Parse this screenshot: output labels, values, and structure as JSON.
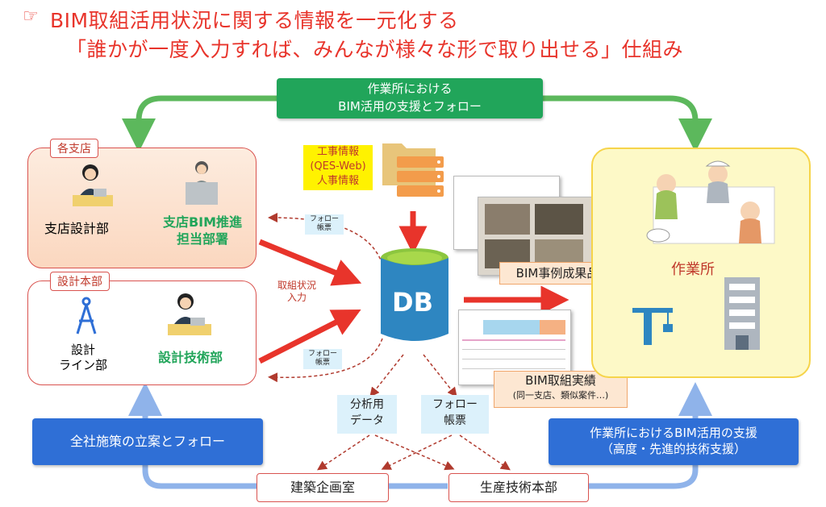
{
  "title": {
    "line1": "BIM取組活用状況に関する情報を一元化する",
    "line2": "「誰かが一度入力すれば、みんなが様々な形で取り出せる」仕組み",
    "bullet_icon": "pointing-hand-icon"
  },
  "top_banner": {
    "line1": "作業所における",
    "line2": "BIM活用の支援とフォロー"
  },
  "branch": {
    "tag": "各支店",
    "dept1": "支店設計部",
    "dept2_line1": "支店BIM推進",
    "dept2_line2": "担当部署"
  },
  "hq": {
    "tag": "設計本部",
    "dept1_line1": "設計",
    "dept1_line2": "ライン部",
    "dept2": "設計技術部"
  },
  "info_box": {
    "line1": "工事情報",
    "line2": "(QES-Web)",
    "line3": "人事情報"
  },
  "follow_small_top": {
    "line1": "フォロー",
    "line2": "帳票"
  },
  "follow_small_bottom": {
    "line1": "フォロー",
    "line2": "帳票"
  },
  "input_label": {
    "line1": "取組状況",
    "line2": "入力"
  },
  "db_label": "DB",
  "case_label": "BIM事例成果品",
  "record_label": {
    "line1": "BIM取組実績",
    "line2": "(同一支店、類似案件…)"
  },
  "site": {
    "label": "作業所"
  },
  "analysis_box": {
    "line1": "分析用",
    "line2": "データ"
  },
  "follow_box": {
    "line1": "フォロー",
    "line2": "帳票"
  },
  "left_banner": "全社施策の立案とフォロー",
  "right_banner": {
    "line1": "作業所におけるBIM活用の支援",
    "line2": "（高度・先進的技術支援）"
  },
  "bottom_left": "建築企画室",
  "bottom_right": "生産技術本部",
  "colors": {
    "title": "#e8342b",
    "green": "#21a55a",
    "blue": "#2f6fd6",
    "red_arrow": "#e8342b",
    "site_bg": "#fdf9c7",
    "db_blue": "#2e86c1"
  }
}
